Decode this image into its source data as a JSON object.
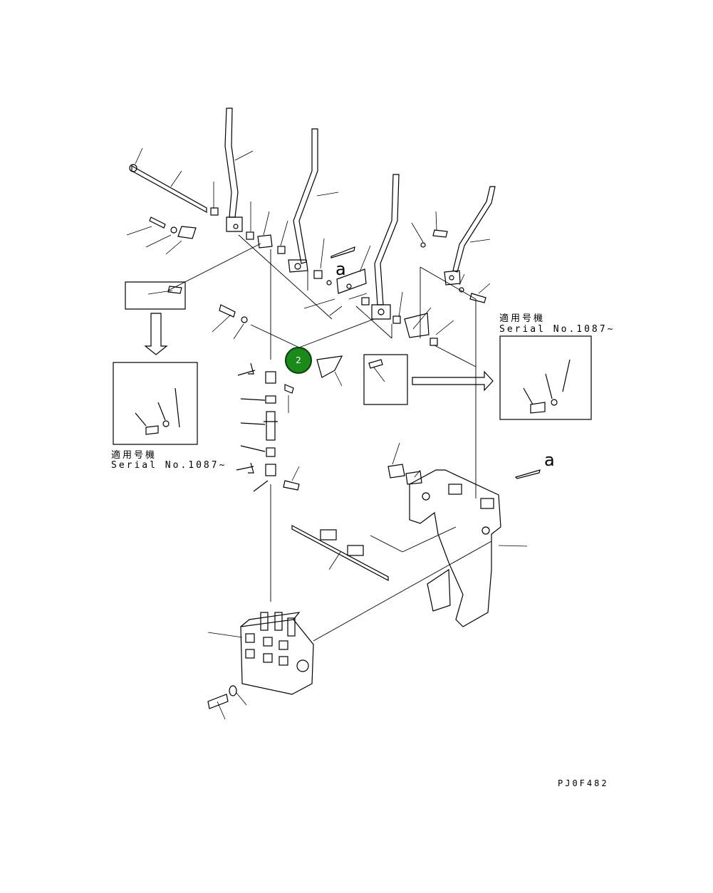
{
  "labels": {
    "applicable_machine_jp": "適用号機",
    "serial_range": "Serial No.1087~",
    "view_letter": "a",
    "drawing_code": "PJ0F482"
  },
  "callouts": [
    {
      "id": "2",
      "color": "#1a8a1a"
    }
  ],
  "colors": {
    "line": "#000000",
    "callout_fill": "#1a8a1a",
    "background": "#ffffff"
  }
}
